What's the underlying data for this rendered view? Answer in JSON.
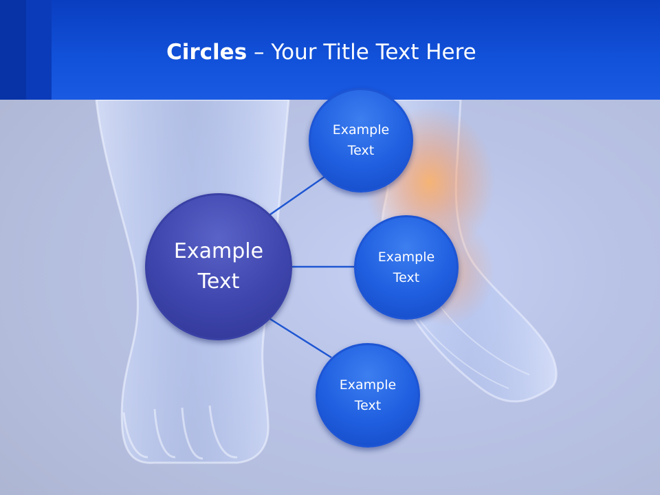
{
  "slide": {
    "title_bold": "Circles",
    "title_rest": " – Your Title Text Here",
    "colors": {
      "header": "#1150d8",
      "main_circle": "#3e45ad",
      "sub_circle": "#1f5fe0",
      "connector": "#1e56d2"
    }
  },
  "diagram": {
    "center": {
      "line1": "Example",
      "line2": "Text"
    },
    "nodes": [
      {
        "line1": "Example",
        "line2": "Text"
      },
      {
        "line1": "Example",
        "line2": "Text"
      },
      {
        "line1": "Example",
        "line2": "Text"
      }
    ]
  }
}
